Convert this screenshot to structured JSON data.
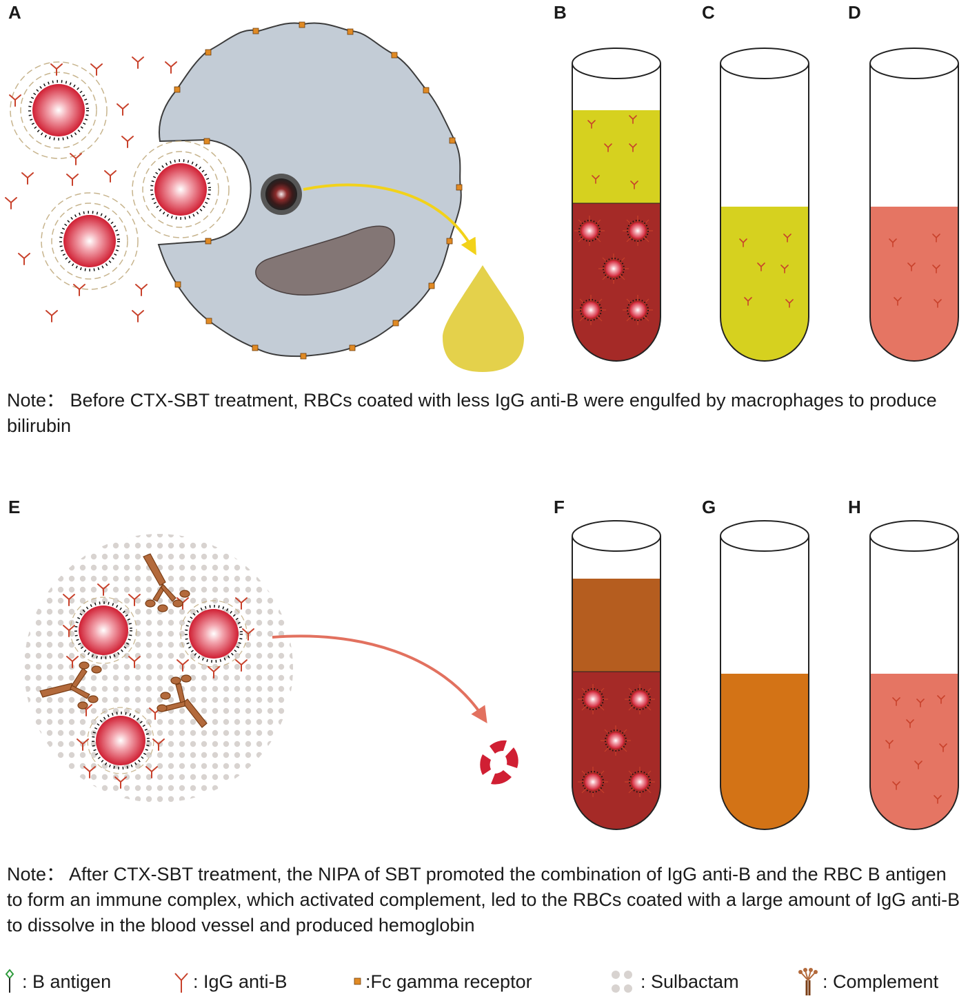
{
  "panels": {
    "A": "A",
    "B": "B",
    "C": "C",
    "D": "D",
    "E": "E",
    "F": "F",
    "G": "G",
    "H": "H"
  },
  "notes": {
    "top": "Note： Before CTX-SBT treatment, RBCs coated with less IgG anti-B were engulfed by macrophages to produce bilirubin",
    "bottom": "Note： After CTX-SBT treatment, the NIPA of SBT promoted the combination of IgG anti-B and the RBC B antigen to form an immune complex, which activated complement, led to the RBCs coated with a large amount of IgG anti-B to dissolve in the blood vessel and produced hemoglobin"
  },
  "legend": [
    {
      "icon": "b-antigen-icon",
      "label": ": B antigen"
    },
    {
      "icon": "igg-anti-b-icon",
      "label": ": IgG anti-B"
    },
    {
      "icon": "fc-gamma-receptor-icon",
      "label": ":Fc gamma receptor"
    },
    {
      "icon": "sulbactam-icon",
      "label": ": Sulbactam"
    },
    {
      "icon": "complement-icon",
      "label": ": Complement"
    }
  ],
  "colors": {
    "rbc": "#d3202f",
    "macrophage": "#c3ccd6",
    "nucleus": "#837675",
    "bilirubin": "#e4d14b",
    "plasma_yellow": "#d6d11f",
    "blood_red": "#a52a27",
    "hemolysis_brown": "#b55d1f",
    "hemolysis_orange": "#d37316",
    "pink": "#e57563",
    "antibody": "#c8412b",
    "antigen": "#2e9b3c",
    "fc_receptor": "#e08a24",
    "sulbactam": "#d8d3d0",
    "complement": "#b36a3c"
  }
}
